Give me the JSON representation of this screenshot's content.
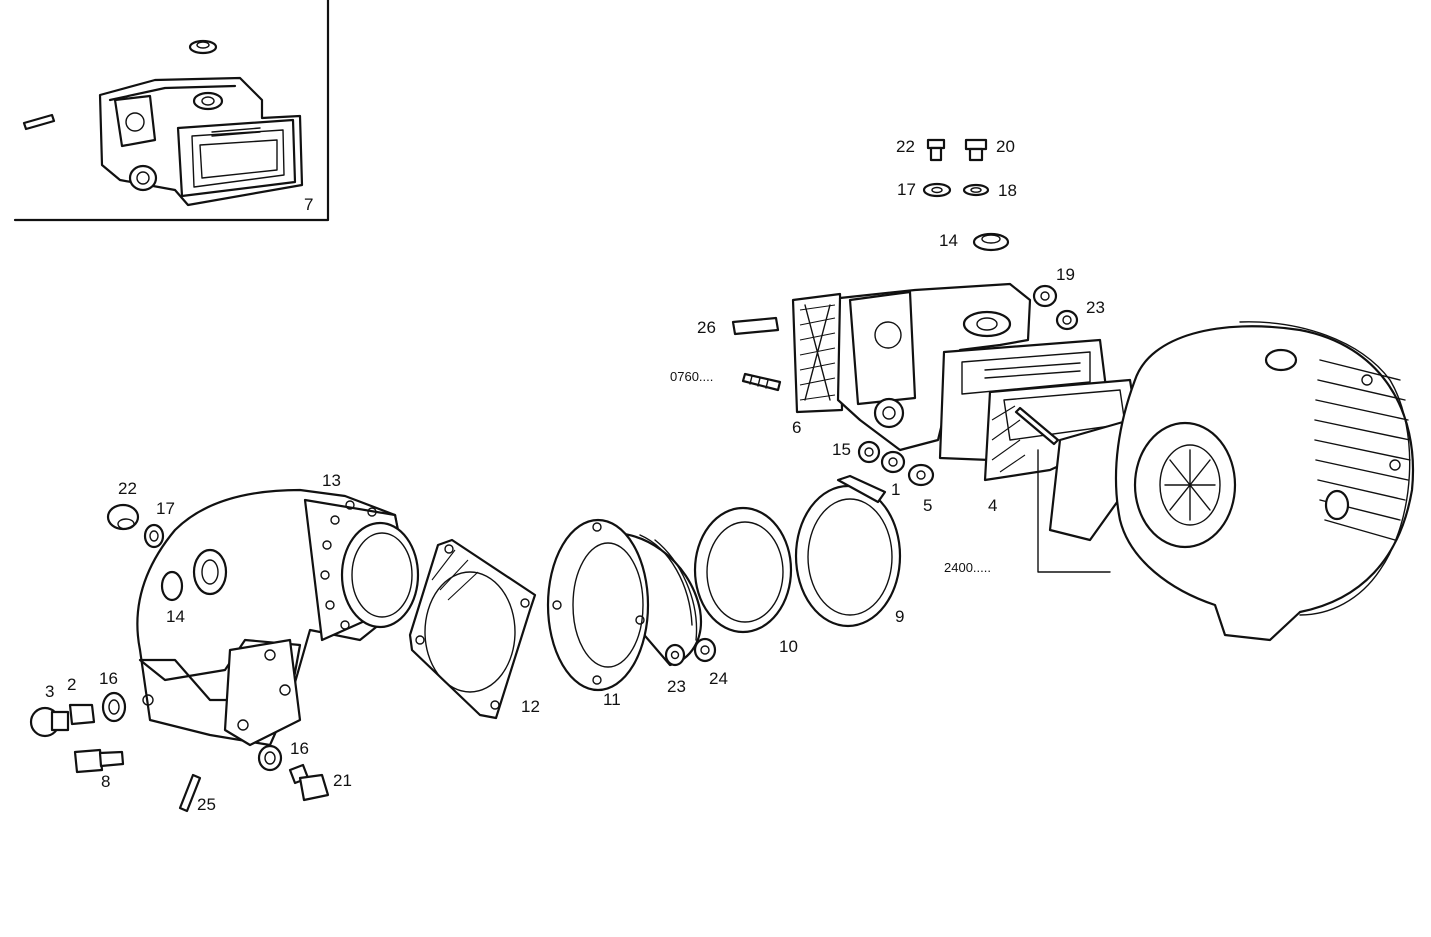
{
  "inset": {
    "label": "7"
  },
  "labels": {
    "p22a": "22",
    "p20": "20",
    "p17a": "17",
    "p18": "18",
    "p14a": "14",
    "p19": "19",
    "p23a": "23",
    "p26": "26",
    "p0760": "0760....",
    "p6": "6",
    "p15": "15",
    "p1": "1",
    "p5": "5",
    "p4": "4",
    "p2400": "2400.....",
    "p22b": "22",
    "p17b": "17",
    "p13": "13",
    "p14b": "14",
    "p9": "9",
    "p10": "10",
    "p12": "12",
    "p11": "11",
    "p23b": "23",
    "p24": "24",
    "p3": "3",
    "p2": "2",
    "p16a": "16",
    "p8": "8",
    "p16b": "16",
    "p21": "21",
    "p25": "25"
  }
}
